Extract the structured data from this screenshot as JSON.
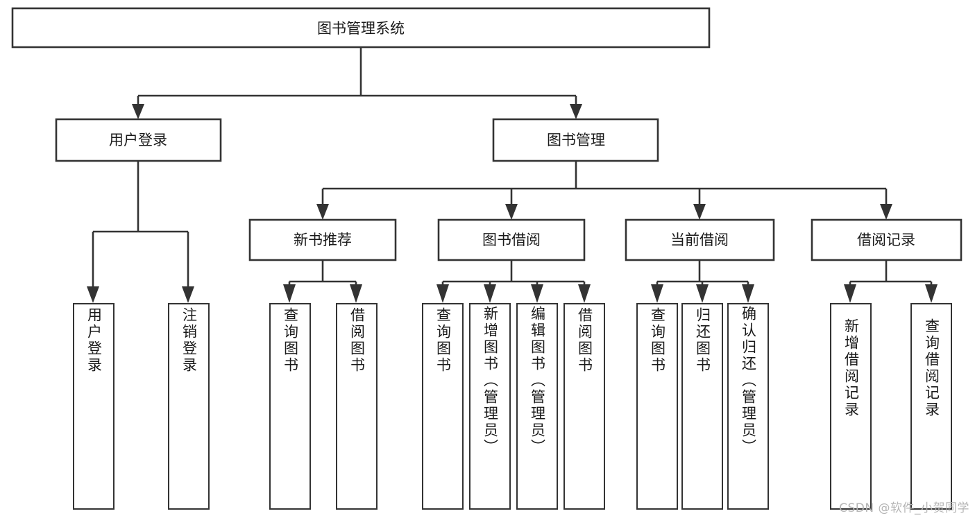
{
  "diagram": {
    "title": "图书管理系统",
    "type": "tree-hierarchy",
    "watermark": "CSDN @软件_小贺同学",
    "colors": {
      "stroke": "#333333",
      "fill": "#ffffff",
      "text": "#1a1a1a",
      "watermark": "#b5b5b5"
    },
    "root": {
      "label": "图书管理系统"
    },
    "level2": [
      {
        "label": "用户登录"
      },
      {
        "label": "图书管理"
      }
    ],
    "level3": [
      {
        "label": "新书推荐"
      },
      {
        "label": "图书借阅"
      },
      {
        "label": "当前借阅"
      },
      {
        "label": "借阅记录"
      }
    ],
    "leaves": {
      "user_login": [
        {
          "label": "用户登录"
        },
        {
          "label": "注销登录"
        }
      ],
      "new_book_recommend": [
        {
          "label": "查询图书"
        },
        {
          "label": "借阅图书"
        }
      ],
      "book_borrow": [
        {
          "label": "查询图书"
        },
        {
          "label": "新增图书（管理员）"
        },
        {
          "label": "编辑图书（管理员）"
        },
        {
          "label": "借阅图书"
        }
      ],
      "current_borrow": [
        {
          "label": "查询图书"
        },
        {
          "label": "归还图书"
        },
        {
          "label": "确认归还（管理员）"
        }
      ],
      "borrow_record": [
        {
          "label": "新增借阅记录"
        },
        {
          "label": "查询借阅记录"
        }
      ]
    }
  }
}
